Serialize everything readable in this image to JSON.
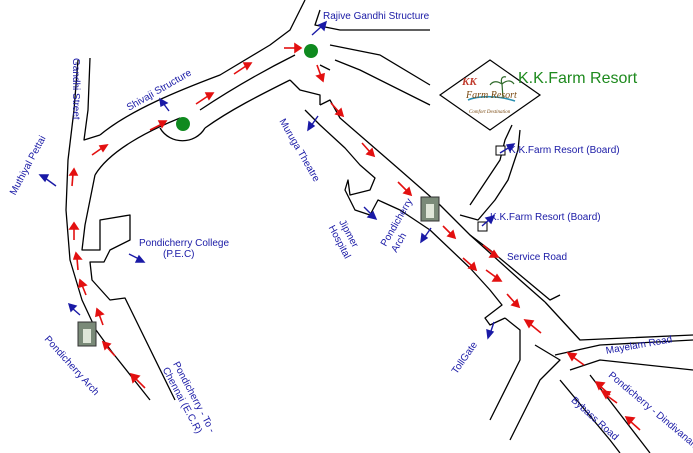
{
  "resort": {
    "title": "K.K.Farm Resort",
    "logo_letters": "KK",
    "logo_name": "Farm Resort",
    "logo_tagline": "Comfort Destination"
  },
  "labels": {
    "rajive": "Rajive Gandhi Structure",
    "shivaji": "Shivaji Structure",
    "gandhi_street": "Gandhi Street",
    "muthiyal": "Muthiyal Pettai",
    "muruga": "Muruga Theatre",
    "jipmer": "Jipmer Hospital",
    "college_1": "Pondicherry College",
    "college_2": "(P.E.C)",
    "arch_left": "Pondicherry Arch",
    "arch_right": "Pondicherry Arch",
    "ecr": "Pondicherry - To - Chennai (E.C.R)",
    "board_1": "K.K.Farm Resort (Board)",
    "board_2": "K.K.Farm Resort (Board)",
    "service": "Service Road",
    "tollgate": "TollGate",
    "mayelam": "Mayelam Road",
    "dindivanam": "Pondicherry - Dindivanam",
    "bybass": "Bybass Road"
  },
  "colors": {
    "road": "#000000",
    "arrow": "#e31010",
    "pointer": "#1a1aa6",
    "circle": "#0f8a1f",
    "title": "#1e8a1e"
  }
}
